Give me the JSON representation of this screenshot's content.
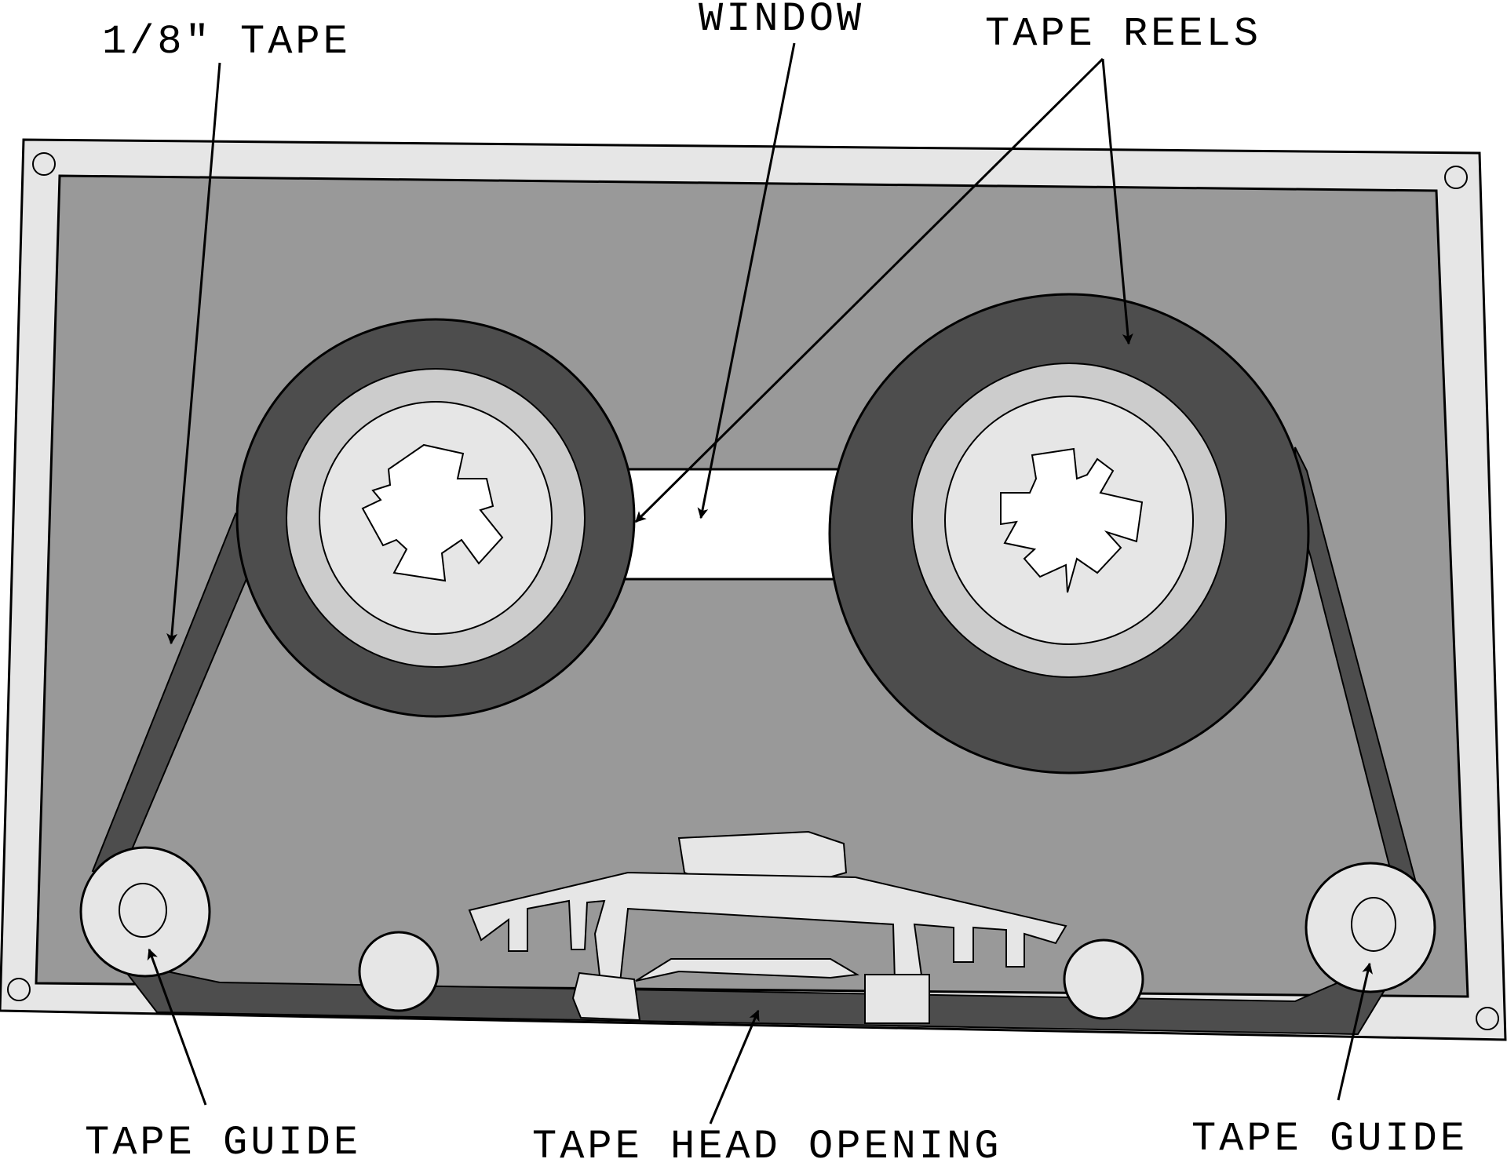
{
  "labels": {
    "tape_width": "1/8\" TAPE",
    "window": "WINDOW",
    "tape_reels": "TAPE REELS",
    "tape_guide_left": "TAPE GUIDE",
    "tape_head_opening": "TAPE HEAD OPENING",
    "tape_guide_right": "TAPE GUIDE"
  },
  "colors": {
    "shell_frame": "#e6e6e6",
    "shell_body": "#999999",
    "tape_dark": "#4d4d4d",
    "hub_ring": "#cccccc",
    "hub_light": "#e6e6e6",
    "window": "#ffffff",
    "outline": "#000000"
  }
}
